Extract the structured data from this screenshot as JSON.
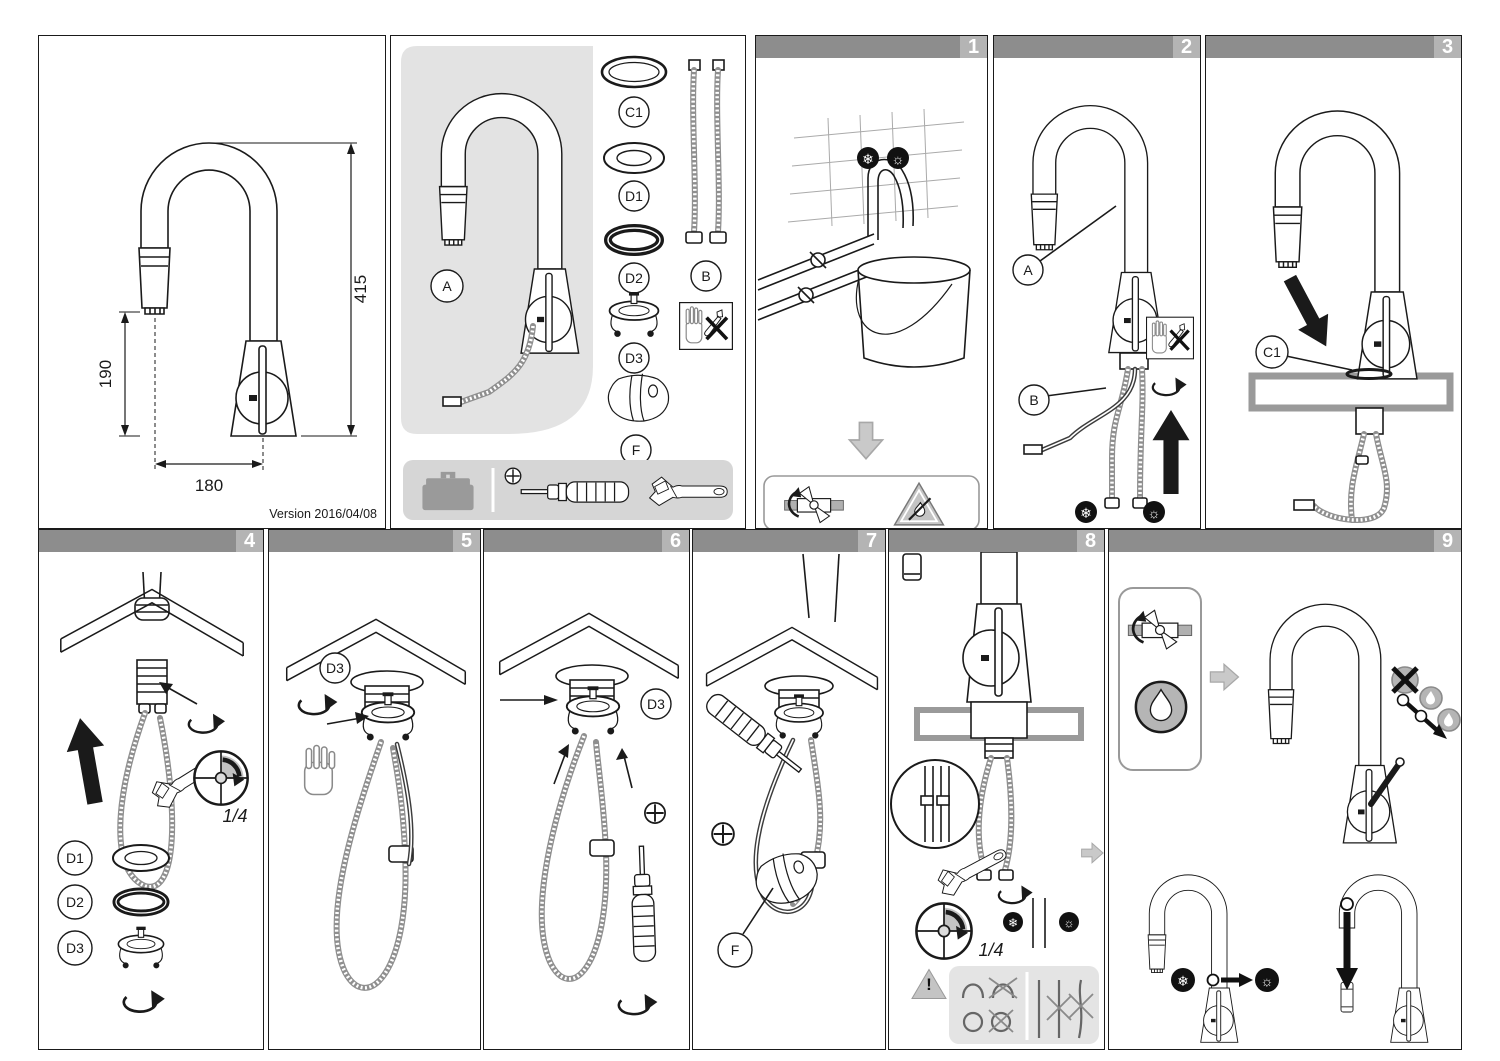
{
  "meta": {
    "version_label": "Version 2016/04/08"
  },
  "dimensions": {
    "total_height": "415",
    "outlet_height": "190",
    "reach": "180"
  },
  "parts": {
    "faucet": "A",
    "supply_hoses": "B",
    "base_ring": "C1",
    "washer": "D1",
    "o_ring": "D2",
    "mounting_bracket": "D3",
    "hose_weight": "F"
  },
  "steps": {
    "s1": "1",
    "s2": "2",
    "s3": "3",
    "s4": "4",
    "s5": "5",
    "s6": "6",
    "s7": "7",
    "s8": "8",
    "s9": "9"
  },
  "callouts": {
    "step2_faucet": "A",
    "step2_hoses": "B",
    "step3_ring": "C1",
    "step4_washer": "D1",
    "step4_o_ring": "D2",
    "step4_bracket": "D3",
    "step4_quarter_turn": "1/4",
    "step5_bracket": "D3",
    "step6_bracket": "D3",
    "step7_weight": "F",
    "step8_quarter_turn": "1/4",
    "step8_warning_mark": "!"
  },
  "icons": {
    "cold_glyph": "❄",
    "hot_glyph": "☼"
  }
}
